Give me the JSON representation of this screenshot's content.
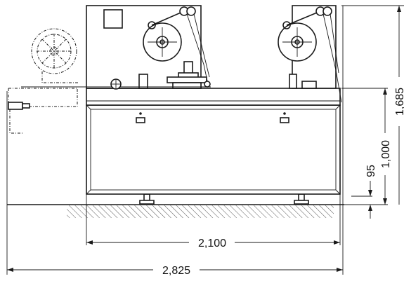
{
  "dimensions": {
    "width_overall": "2,825",
    "width_body": "2,100",
    "height_overall": "1,685",
    "height_table": "1,000",
    "height_feet": "95"
  },
  "colors": {
    "line": "#1a1a1a",
    "background": "#ffffff",
    "hatch": "#555555"
  }
}
